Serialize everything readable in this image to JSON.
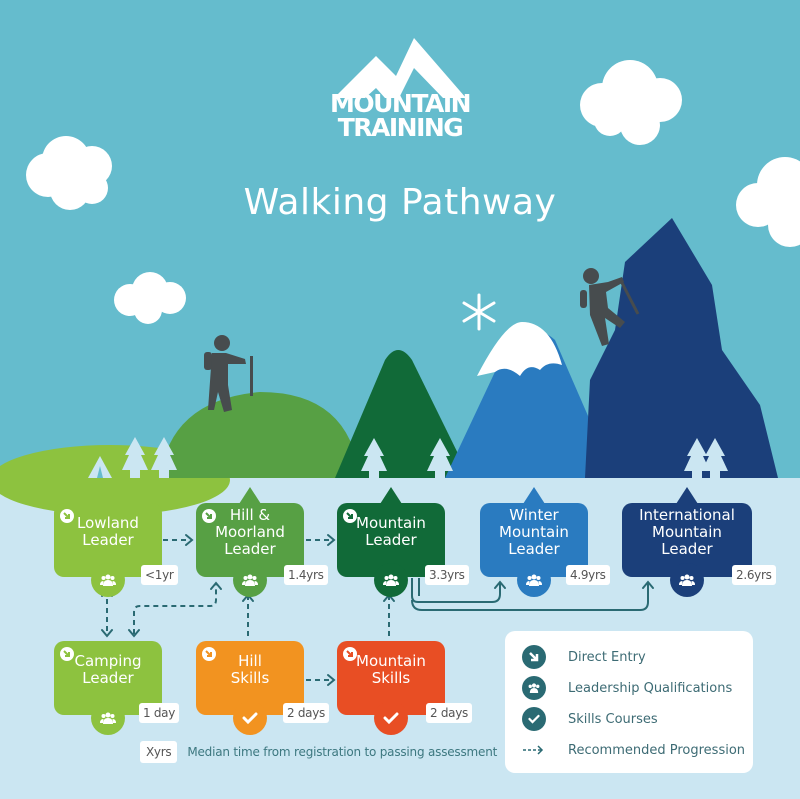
{
  "logo": {
    "line1": "MOUNTAIN",
    "line2": "TRAINING"
  },
  "title": "Walking Pathway",
  "colors": {
    "sky": "#65bccd",
    "ground": "#cbe6f2",
    "lowland_green": "#8dc23f",
    "hill_green": "#57a044",
    "mountain_green": "#116a38",
    "winter_blue": "#2a7bc0",
    "international_navy": "#1b3f7a",
    "hill_skills_orange": "#f29320",
    "mountain_skills_red": "#e84e24",
    "arrow_teal": "#2a6a73"
  },
  "nodes": {
    "lowland": {
      "label": "Lowland\nLeader",
      "time": "<1yr",
      "type": "leadership",
      "direct_entry": true
    },
    "hill_moorland": {
      "label": "Hill &\nMoorland\nLeader",
      "time": "1.4yrs",
      "type": "leadership",
      "direct_entry": true
    },
    "mountain_leader": {
      "label": "Mountain\nLeader",
      "time": "3.3yrs",
      "type": "leadership",
      "direct_entry": true
    },
    "winter": {
      "label": "Winter\nMountain\nLeader",
      "time": "4.9yrs",
      "type": "leadership",
      "direct_entry": false
    },
    "international": {
      "label": "International\nMountain\nLeader",
      "time": "2.6yrs",
      "type": "leadership",
      "direct_entry": false
    },
    "camping": {
      "label": "Camping\nLeader",
      "time": "1 day",
      "type": "leadership",
      "direct_entry": true
    },
    "hill_skills": {
      "label": "Hill\nSkills",
      "time": "2 days",
      "type": "skills",
      "direct_entry": true
    },
    "mountain_skills": {
      "label": "Mountain\nSkills",
      "time": "2 days",
      "type": "skills",
      "direct_entry": true
    }
  },
  "legend": {
    "items": [
      {
        "icon": "direct-entry-icon",
        "label": "Direct Entry"
      },
      {
        "icon": "group-icon",
        "label": "Leadership Qualifications"
      },
      {
        "icon": "check-icon",
        "label": "Skills Courses"
      },
      {
        "icon": "dashed-arrow-icon",
        "label": "Recommended Progression"
      }
    ]
  },
  "footnote": {
    "tag": "Xyrs",
    "text": "Median time from registration to passing assessment"
  }
}
